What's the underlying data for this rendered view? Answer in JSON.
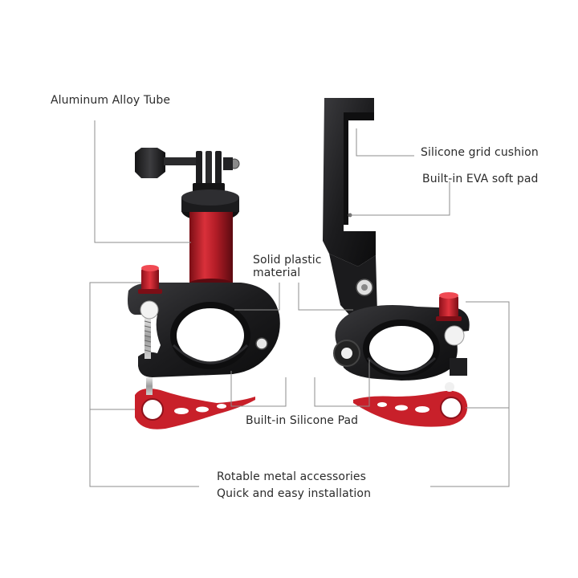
{
  "labels": {
    "aluminum_tube": "Aluminum Alloy Tube",
    "silicone_grid": "Silicone grid cushion",
    "eva_pad": "Built-in EVA soft pad",
    "solid_plastic_line1": "Solid plastic",
    "solid_plastic_line2": "material",
    "silicone_pad": "Built-in Silicone Pad",
    "rotable_accessories": "Rotable metal accessories",
    "quick_install": "Quick and easy installation"
  },
  "colors": {
    "text": "#2b2b2b",
    "leader_line": "#8c8c8c",
    "body_black": "#1c1c1e",
    "accent_red": "#c8202a"
  }
}
